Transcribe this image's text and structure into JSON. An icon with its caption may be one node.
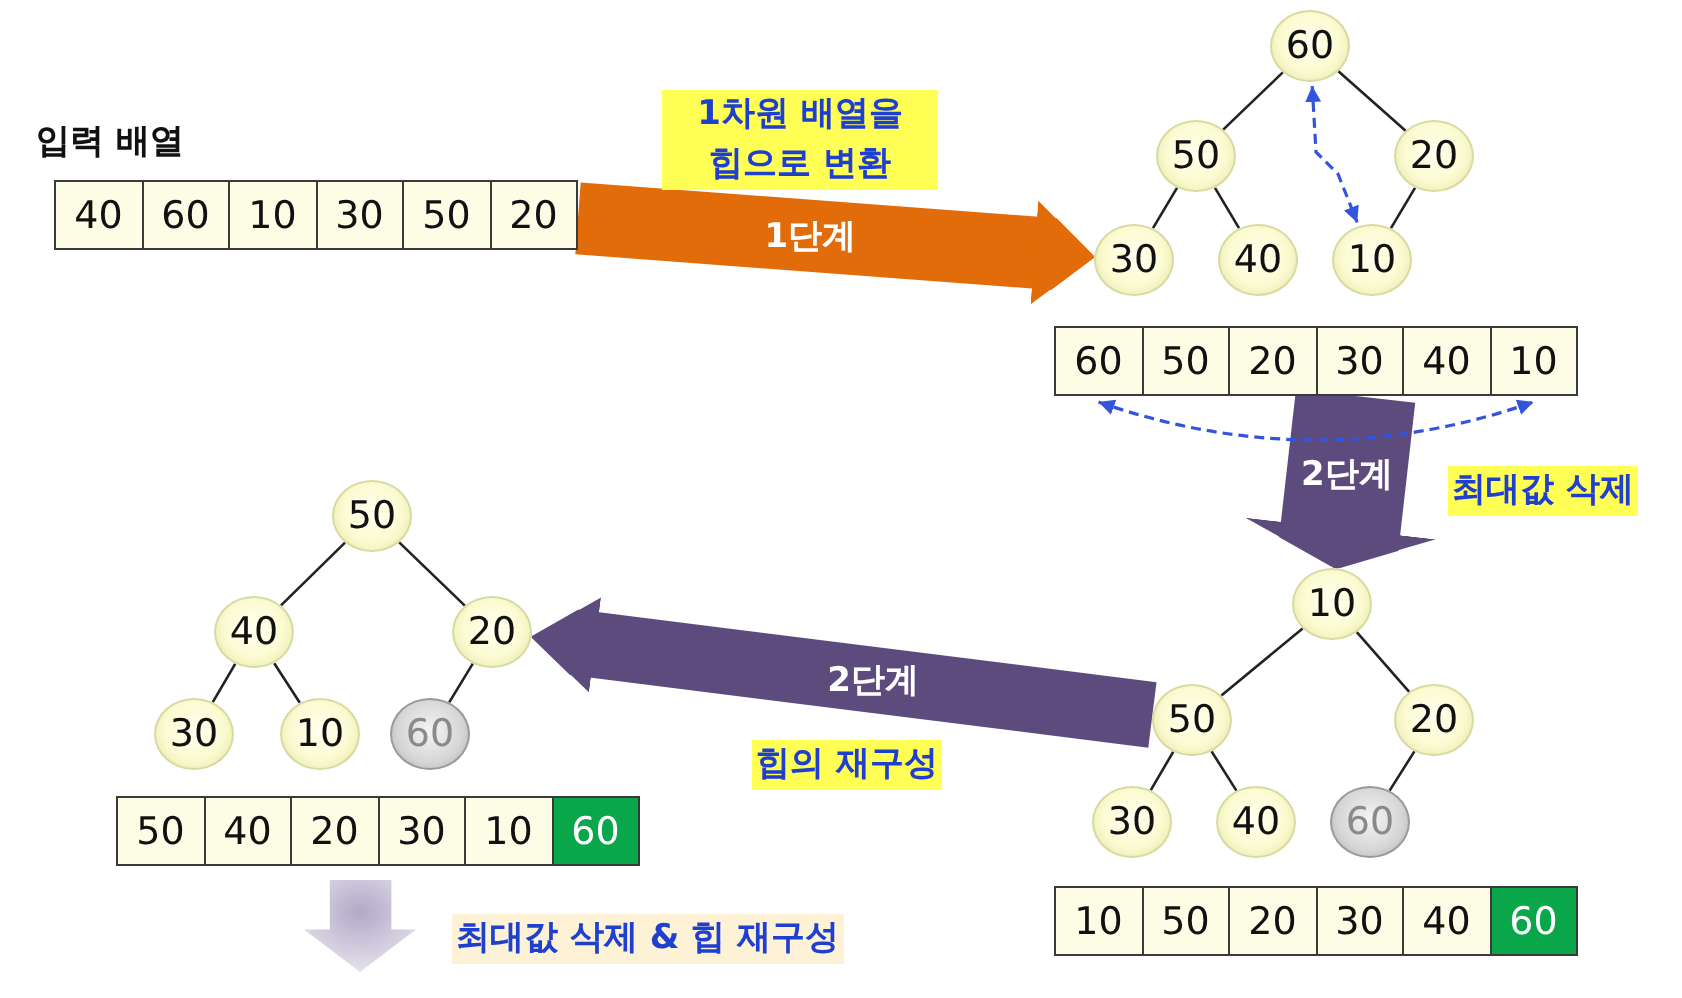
{
  "diagram": {
    "nodes": [
      {
        "text": [
          "40"
        ]
      },
      {
        "text": [
          "60"
        ]
      },
      {
        "text": [
          "10"
        ]
      },
      {
        "text": [
          "30"
        ]
      },
      {
        "text": [
          "50"
        ]
      },
      {
        "text": [
          "20"
        ]
      },
      {
        "text": [
          "60"
        ]
      },
      {
        "text": [
          "50"
        ]
      },
      {
        "text": [
          "20"
        ]
      },
      {
        "text": [
          "30"
        ]
      },
      {
        "text": [
          "40"
        ]
      },
      {
        "text": [
          "10"
        ]
      },
      {
        "text": [
          "60"
        ]
      },
      {
        "text": [
          "50"
        ]
      },
      {
        "text": [
          "20"
        ]
      },
      {
        "text": [
          "30"
        ]
      },
      {
        "text": [
          "40"
        ]
      },
      {
        "text": [
          "10"
        ]
      },
      {
        "text": [
          "10"
        ]
      },
      {
        "text": [
          "50"
        ]
      },
      {
        "text": [
          "20"
        ]
      },
      {
        "text": [
          "30"
        ]
      },
      {
        "text": [
          "40"
        ]
      },
      {
        "text": [
          "60"
        ]
      },
      {
        "text": [
          "10"
        ]
      },
      {
        "text": [
          "50"
        ]
      },
      {
        "text": [
          "20"
        ]
      },
      {
        "text": [
          "30"
        ]
      },
      {
        "text": [
          "40"
        ]
      },
      {
        "text": [
          "60"
        ]
      },
      {
        "text": [
          "50"
        ]
      },
      {
        "text": [
          "40"
        ]
      },
      {
        "text": [
          "20"
        ]
      },
      {
        "text": [
          "30"
        ]
      },
      {
        "text": [
          "10"
        ]
      },
      {
        "text": [
          "60"
        ]
      },
      {
        "text": [
          "50"
        ]
      },
      {
        "text": [
          "40"
        ]
      },
      {
        "text": [
          "20"
        ]
      },
      {
        "text": [
          "30"
        ]
      },
      {
        "text": [
          "10"
        ]
      },
      {
        "text": [
          "60"
        ]
      },
      {
        "text": [],
        "shape": "arrow",
        "beside": [
          "최대값 삭제 & 힙 재구성"
        ]
      }
    ],
    "edges": [
      {
        "from": 5,
        "to": 9,
        "arrow": "to",
        "label": "1단계",
        "style": "thick",
        "color": "#e36c0a"
      },
      {
        "from": 6,
        "to": 7,
        "arrow": "none"
      },
      {
        "from": 6,
        "to": 8,
        "arrow": "none"
      },
      {
        "from": 7,
        "to": 9,
        "arrow": "none"
      },
      {
        "from": 7,
        "to": 10,
        "arrow": "none"
      },
      {
        "from": 8,
        "to": 11,
        "arrow": "none"
      },
      {
        "from": 6,
        "to": 11,
        "arrow": "both",
        "style": "dashed",
        "color": "#3355dd"
      },
      {
        "from": 12,
        "to": 17,
        "arrow": "both",
        "style": "dashed",
        "color": "#3355dd"
      },
      {
        "from": 15,
        "to": 18,
        "arrow": "to",
        "label": "2단계",
        "style": "thick",
        "color": "#5e4b7e"
      },
      {
        "from": 18,
        "to": 19,
        "arrow": "none"
      },
      {
        "from": 18,
        "to": 20,
        "arrow": "none"
      },
      {
        "from": 19,
        "to": 21,
        "arrow": "none"
      },
      {
        "from": 19,
        "to": 22,
        "arrow": "none"
      },
      {
        "from": 20,
        "to": 23,
        "arrow": "none"
      },
      {
        "from": 19,
        "to": 32,
        "arrow": "to",
        "label": "2단계",
        "style": "thick",
        "color": "#5e4b7e"
      },
      {
        "from": 30,
        "to": 31,
        "arrow": "none"
      },
      {
        "from": 30,
        "to": 32,
        "arrow": "none"
      },
      {
        "from": 31,
        "to": 33,
        "arrow": "none"
      },
      {
        "from": 31,
        "to": 34,
        "arrow": "none"
      },
      {
        "from": 32,
        "to": 35,
        "arrow": "none"
      }
    ],
    "labels": [
      "입력 배열",
      "1차원 배열을 힙으로 변환",
      "최대값 삭제",
      "힙의 재구성"
    ]
  }
}
